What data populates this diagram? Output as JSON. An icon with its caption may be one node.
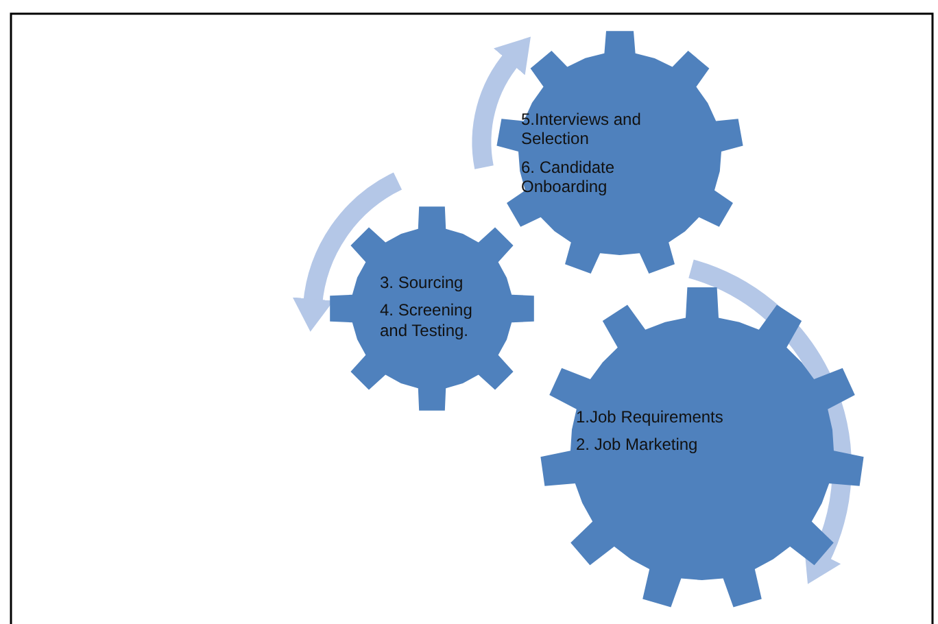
{
  "diagram": {
    "nodes": [
      {
        "text": [
          "5.Interviews and Selection",
          "6. Candidate Onboarding"
        ]
      },
      {
        "text": [
          "3. Sourcing",
          "4. Screening and Testing."
        ]
      },
      {
        "text": [
          "1.Job Requirements",
          "2. Job Marketing"
        ]
      }
    ]
  }
}
